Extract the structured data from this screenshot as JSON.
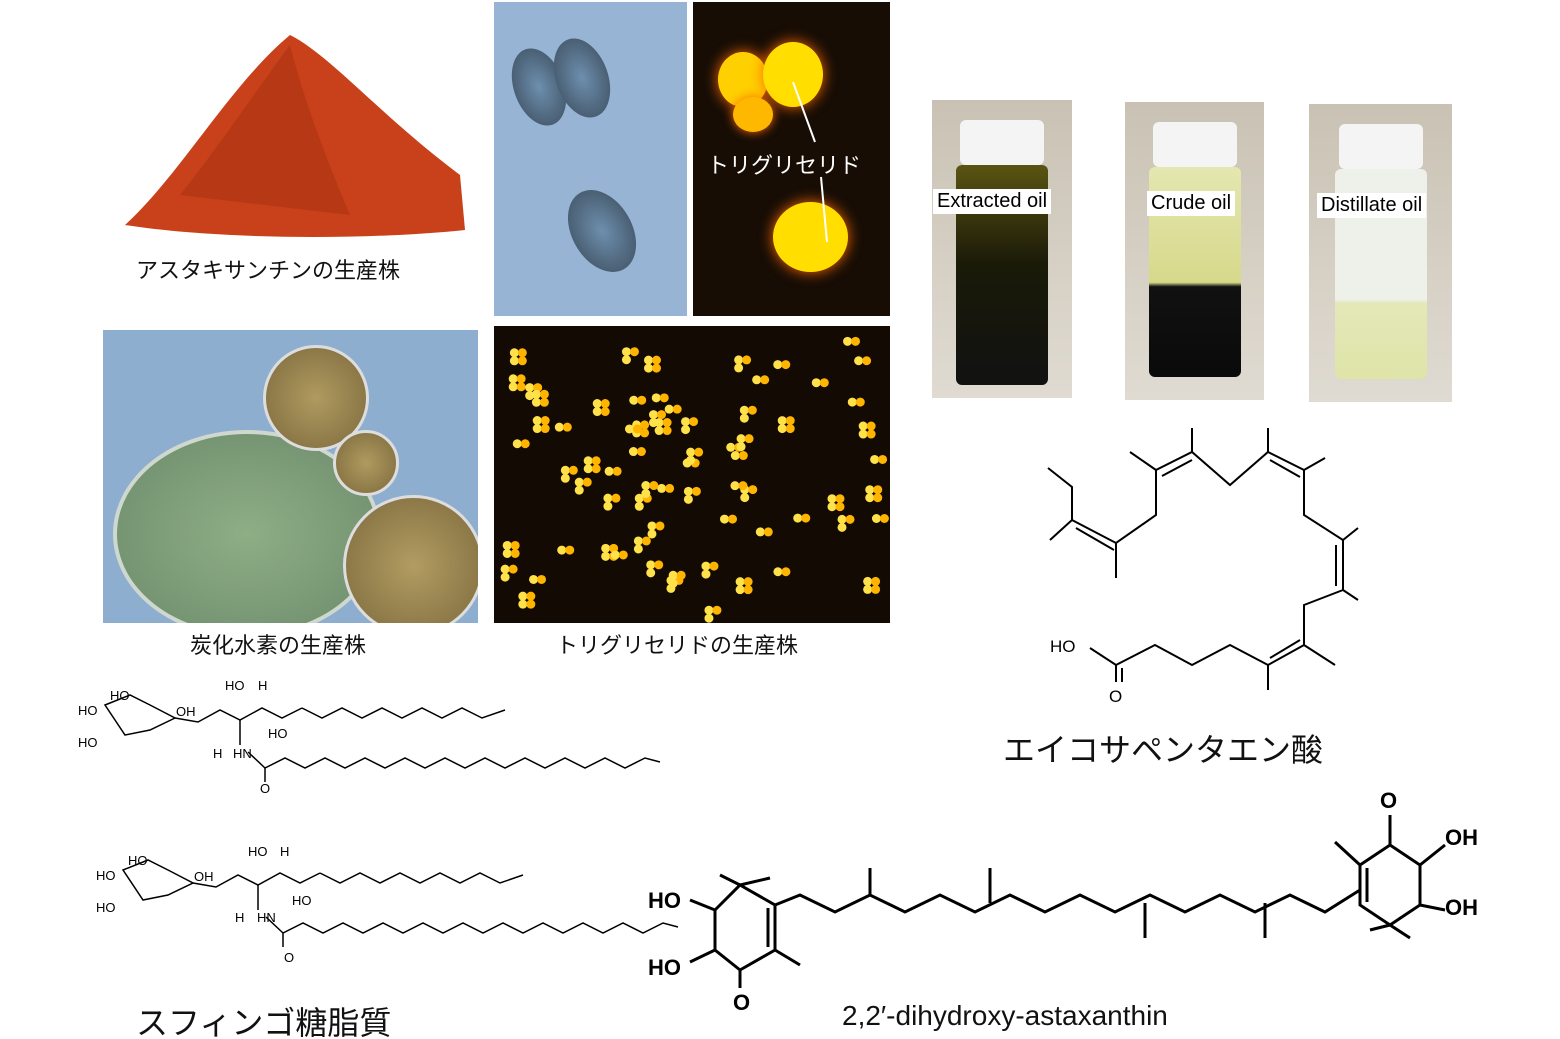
{
  "captions": {
    "astaxanthin_strain": "アスタキサンチンの生産株",
    "triglyceride_annotation": "トリグリセリド",
    "hydrocarbon_strain": "炭化水素の生産株",
    "triglyceride_strain": "トリグリセリドの生産株",
    "epa": "エイコサペンタエン酸",
    "glycosphingolipid": "スフィンゴ糖脂質",
    "dihydroxy_astaxanthin": "2,2′-dihydroxy-astaxanthin"
  },
  "vials": [
    {
      "label": "Extracted oil"
    },
    {
      "label": "Crude oil"
    },
    {
      "label": "Distillate oil"
    }
  ],
  "atoms": {
    "HO": "HO",
    "OH": "OH",
    "O": "O",
    "H": "H",
    "HN": "HN"
  }
}
